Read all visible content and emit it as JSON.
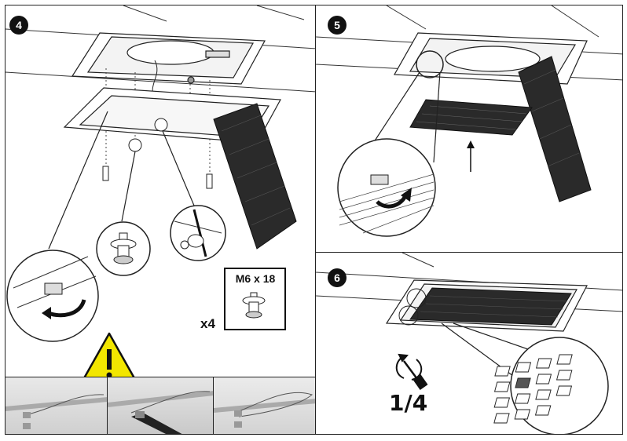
{
  "steps": [
    {
      "number": "4"
    },
    {
      "number": "5"
    },
    {
      "number": "6"
    }
  ],
  "screw_spec": "M6 x 18",
  "screw_quantity": "x4",
  "rotation_fraction": "1/4",
  "colors": {
    "ink": "#1a1a1a",
    "warning_fill": "#f2e600",
    "filter_dark": "#2a2a2a"
  },
  "icons": [
    "warning-triangle-icon",
    "screwdriver-rotate-icon",
    "rotate-arrow-icon",
    "up-arrow-icon"
  ]
}
